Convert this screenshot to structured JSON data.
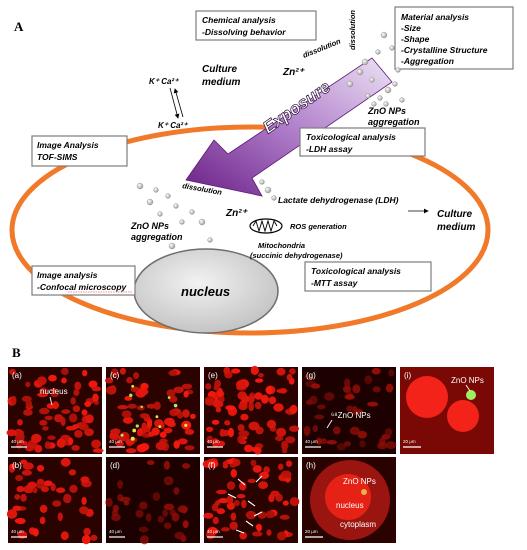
{
  "panel_a": {
    "label": "A",
    "boxes": {
      "chemical": {
        "title": "Chemical analysis",
        "item": "-Dissolving behavior"
      },
      "material": {
        "title": "Material analysis",
        "items": [
          "-Size",
          "-Shape",
          "-Crystalline Structure",
          "-Aggregation"
        ]
      },
      "image_tof": {
        "title": "Image Analysis",
        "item": "TOF-SIMS"
      },
      "tox_ldh": {
        "title": "Toxicological analysis",
        "item": "-LDH assay"
      },
      "tox_mtt": {
        "title": "Toxicological analysis",
        "item": "-MTT assay"
      },
      "image_confocal": {
        "title": "Image analysis",
        "item": "-Confocal microscopy"
      }
    },
    "labels": {
      "culture_medium_top": [
        "Culture",
        "medium"
      ],
      "culture_medium_right": [
        "Culture",
        "medium"
      ],
      "ions_top": "K⁺ Ca²⁺",
      "ions_bottom": "K⁺ Ca²⁺",
      "zn_top": "Zn²⁺",
      "zn_inner": "Zn²⁺",
      "dissolution_top": "dissolution",
      "dissolution_inner": "dissolution",
      "exposure": "Exposure",
      "zno_aggregation_outer": [
        "ZnO NPs",
        "aggregation"
      ],
      "zno_aggregation_inner": [
        "ZnO NPs",
        "aggregation"
      ],
      "ldh": "Lactate dehydrogenase (LDH)",
      "ros": "ROS generation",
      "mitochondria": [
        "Mitochondria",
        "(succinic dehydrogenase)"
      ],
      "nucleus": "nucleus"
    },
    "colors": {
      "cell_membrane": "#f07a2a",
      "arrow_start": "#d9c7e6",
      "arrow_end": "#6a1f86"
    }
  },
  "panel_b": {
    "label": "B",
    "panels": [
      {
        "id": "(a)",
        "scale": "40 μm",
        "annotation": "nucleus"
      },
      {
        "id": "(b)",
        "scale": "40 μm"
      },
      {
        "id": "(c)",
        "scale": "40 μm"
      },
      {
        "id": "(d)",
        "scale": "40 μm"
      },
      {
        "id": "(e)",
        "scale": "40 μm"
      },
      {
        "id": "(f)",
        "scale": "40 μm"
      },
      {
        "id": "(g)",
        "scale": "40 μm",
        "annotation": "⁶⁸ZnO NPs"
      },
      {
        "id": "(h)",
        "scale": "20 μm",
        "annotation": "ZnO NPs",
        "annotation2": "nucleus",
        "annotation3": "cytoplasm"
      },
      {
        "id": "(i)",
        "scale": "20 μm",
        "annotation": "ZnO NPs"
      }
    ],
    "colors": {
      "cell": "#d81a10",
      "background": "#2a0200",
      "nanoparticle": "#9ff060"
    }
  }
}
